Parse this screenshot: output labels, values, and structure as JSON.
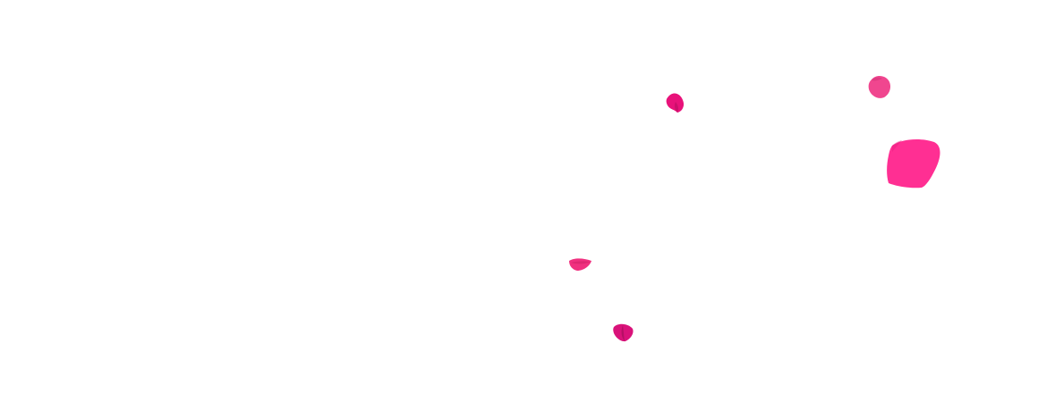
{
  "scene": {
    "background_color": "#ffffff",
    "petals": [
      {
        "id": "petal-1",
        "color": "#e8127a",
        "shade": "#b80e61"
      },
      {
        "id": "petal-2",
        "color": "#f0468f",
        "shade": "#d02f76"
      },
      {
        "id": "petal-3",
        "color": "#ff2f93",
        "shade": "#e81c80"
      },
      {
        "id": "petal-4",
        "color": "#f0307f",
        "shade": "#cc1f66"
      },
      {
        "id": "petal-5",
        "color": "#d9127a",
        "shade": "#9e0d57"
      }
    ]
  }
}
